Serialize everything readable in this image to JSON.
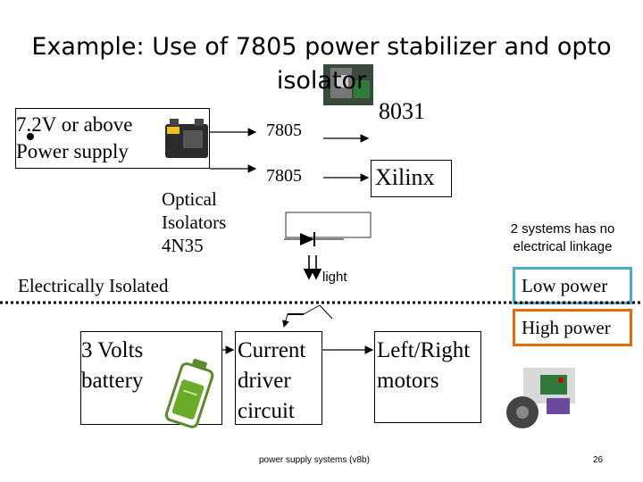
{
  "title": "Example: Use of 7805 power stabilizer and opto isolator",
  "blocks": {
    "supply_line1": "7.2V or above",
    "supply_line2": "Power supply",
    "reg_a": "7805",
    "reg_b": "7805",
    "mcu": "8031",
    "fpga": "Xilinx",
    "opto_line1": "Optical",
    "opto_line2": "Isolators",
    "opto_line3": "4N35",
    "battery_line1": "3 Volts",
    "battery_line2": "battery",
    "driver_line1": "Current",
    "driver_line2": "driver",
    "driver_line3": "circuit",
    "motors_line1": "Left/Right",
    "motors_line2": "motors"
  },
  "labels": {
    "no_link_line1": "2 systems has no",
    "no_link_line2": "electrical linkage",
    "light": "light",
    "isolated": "Electrically Isolated",
    "low_power": "Low power",
    "high_power": "High power"
  },
  "footer": {
    "source": "power supply systems (v8b)",
    "page": "26"
  },
  "colors": {
    "low_power_border": "#4bacc6",
    "high_power_border": "#e36c0a",
    "line": "#000000"
  },
  "icons": [
    "car-battery-icon",
    "chip-photo-icon",
    "aa-battery-icon",
    "robot-photo-icon",
    "diode-icon",
    "phototransistor-icon"
  ]
}
